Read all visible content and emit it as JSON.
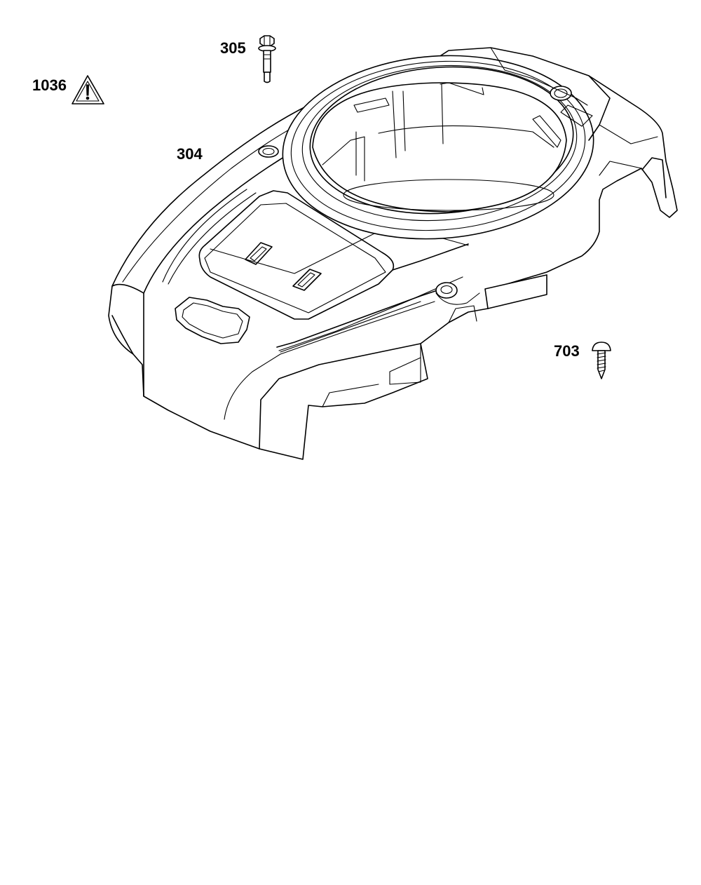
{
  "callouts": {
    "warning_label": "1036",
    "bolt": "305",
    "blower_housing": "304",
    "screw": "703"
  },
  "colors": {
    "line": "#000000",
    "background": "#ffffff"
  },
  "icons": {
    "warning": "warning-triangle-icon"
  }
}
